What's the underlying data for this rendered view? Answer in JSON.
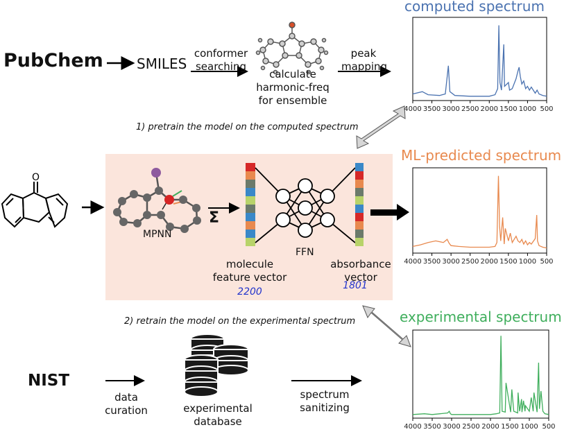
{
  "top": {
    "pubchem": "PubChem",
    "smiles": "SMILES",
    "conformer": [
      "conformer",
      "searching"
    ],
    "calculate": [
      "calculate",
      "harmonic-freq",
      "for ensemble"
    ],
    "peak": [
      "peak",
      "mapping"
    ]
  },
  "steps": {
    "pretrain": "1) pretrain the model on the computed spectrum",
    "retrain": "2) retrain the model on the experimental spectrum"
  },
  "model": {
    "mpnn": "MPNN",
    "sigma": "Σ",
    "molecule_vector": [
      "molecule",
      "feature vector"
    ],
    "molecule_dim": "2200",
    "ffn": "FFN",
    "absorbance_vector": [
      "absorbance",
      "vector"
    ],
    "absorbance_dim": "1801",
    "molecule_atom": "O"
  },
  "bottom": {
    "nist": "NIST",
    "data_curation": [
      "data",
      "curation"
    ],
    "database": [
      "experimental",
      "database"
    ],
    "sanitizing": [
      "spectrum",
      "sanitizing"
    ]
  },
  "colors": {
    "computed": "#4a72b0",
    "predicted": "#e8894e",
    "experimental": "#3fae5c",
    "ml_box": "#fbe5dc"
  },
  "chart_data": [
    {
      "type": "line",
      "title": "computed spectrum",
      "x_ticks": [
        "4000",
        "3500",
        "3000",
        "2500",
        "2000",
        "1500",
        "1000",
        "500"
      ],
      "xlim": [
        4000,
        500
      ],
      "series": [
        {
          "x": [
            4000,
            3750,
            3600,
            3300,
            3150,
            3070,
            3030,
            2900,
            2500,
            2000,
            1850,
            1780,
            1750,
            1720,
            1680,
            1620,
            1600,
            1500,
            1470,
            1400,
            1300,
            1250,
            1220,
            1190,
            1150,
            1100,
            1050,
            1000,
            950,
            900,
            800,
            750,
            700,
            600,
            500
          ],
          "y": [
            0.05,
            0.08,
            0.04,
            0.03,
            0.05,
            0.42,
            0.08,
            0.03,
            0.02,
            0.02,
            0.04,
            0.12,
            0.95,
            0.2,
            0.1,
            0.7,
            0.15,
            0.2,
            0.1,
            0.12,
            0.25,
            0.35,
            0.4,
            0.28,
            0.18,
            0.22,
            0.12,
            0.15,
            0.1,
            0.14,
            0.06,
            0.1,
            0.05,
            0.03,
            0.02
          ]
        }
      ]
    },
    {
      "type": "line",
      "title": "ML-predicted spectrum",
      "x_ticks": [
        "4000",
        "3500",
        "3000",
        "2500",
        "2000",
        "1500",
        "1000",
        "500"
      ],
      "xlim": [
        4000,
        500
      ],
      "series": [
        {
          "x": [
            4000,
            3800,
            3600,
            3400,
            3200,
            3100,
            3050,
            3000,
            2800,
            2500,
            2200,
            2000,
            1850,
            1800,
            1760,
            1730,
            1700,
            1650,
            1610,
            1580,
            1500,
            1450,
            1400,
            1300,
            1250,
            1200,
            1150,
            1100,
            1050,
            1000,
            950,
            900,
            800,
            760,
            740,
            700,
            600,
            500
          ],
          "y": [
            0.05,
            0.07,
            0.1,
            0.12,
            0.1,
            0.14,
            0.09,
            0.06,
            0.05,
            0.04,
            0.04,
            0.04,
            0.05,
            0.1,
            0.95,
            0.3,
            0.12,
            0.42,
            0.08,
            0.28,
            0.12,
            0.22,
            0.1,
            0.18,
            0.12,
            0.1,
            0.14,
            0.08,
            0.12,
            0.07,
            0.1,
            0.08,
            0.15,
            0.45,
            0.12,
            0.06,
            0.04,
            0.03
          ]
        }
      ]
    },
    {
      "type": "line",
      "title": "experimental spectrum",
      "x_ticks": [
        "4000",
        "3500",
        "3000",
        "2500",
        "2000",
        "1500",
        "1000",
        "500"
      ],
      "xlim": [
        4000,
        500
      ],
      "series": [
        {
          "x": [
            4000,
            3700,
            3500,
            3300,
            3100,
            3060,
            3030,
            3000,
            2800,
            2500,
            2000,
            1850,
            1760,
            1730,
            1700,
            1620,
            1600,
            1480,
            1450,
            1400,
            1300,
            1290,
            1250,
            1200,
            1190,
            1150,
            1110,
            1100,
            1000,
            950,
            900,
            880,
            800,
            760,
            740,
            700,
            650,
            600,
            500
          ],
          "y": [
            0.01,
            0.02,
            0.01,
            0.02,
            0.03,
            0.05,
            0.02,
            0.01,
            0.01,
            0.01,
            0.01,
            0.02,
            0.03,
            0.98,
            0.05,
            0.04,
            0.4,
            0.04,
            0.32,
            0.05,
            0.03,
            0.28,
            0.05,
            0.2,
            0.04,
            0.18,
            0.05,
            0.12,
            0.05,
            0.22,
            0.05,
            0.28,
            0.04,
            0.65,
            0.08,
            0.3,
            0.05,
            0.02,
            0.01
          ]
        }
      ]
    }
  ]
}
